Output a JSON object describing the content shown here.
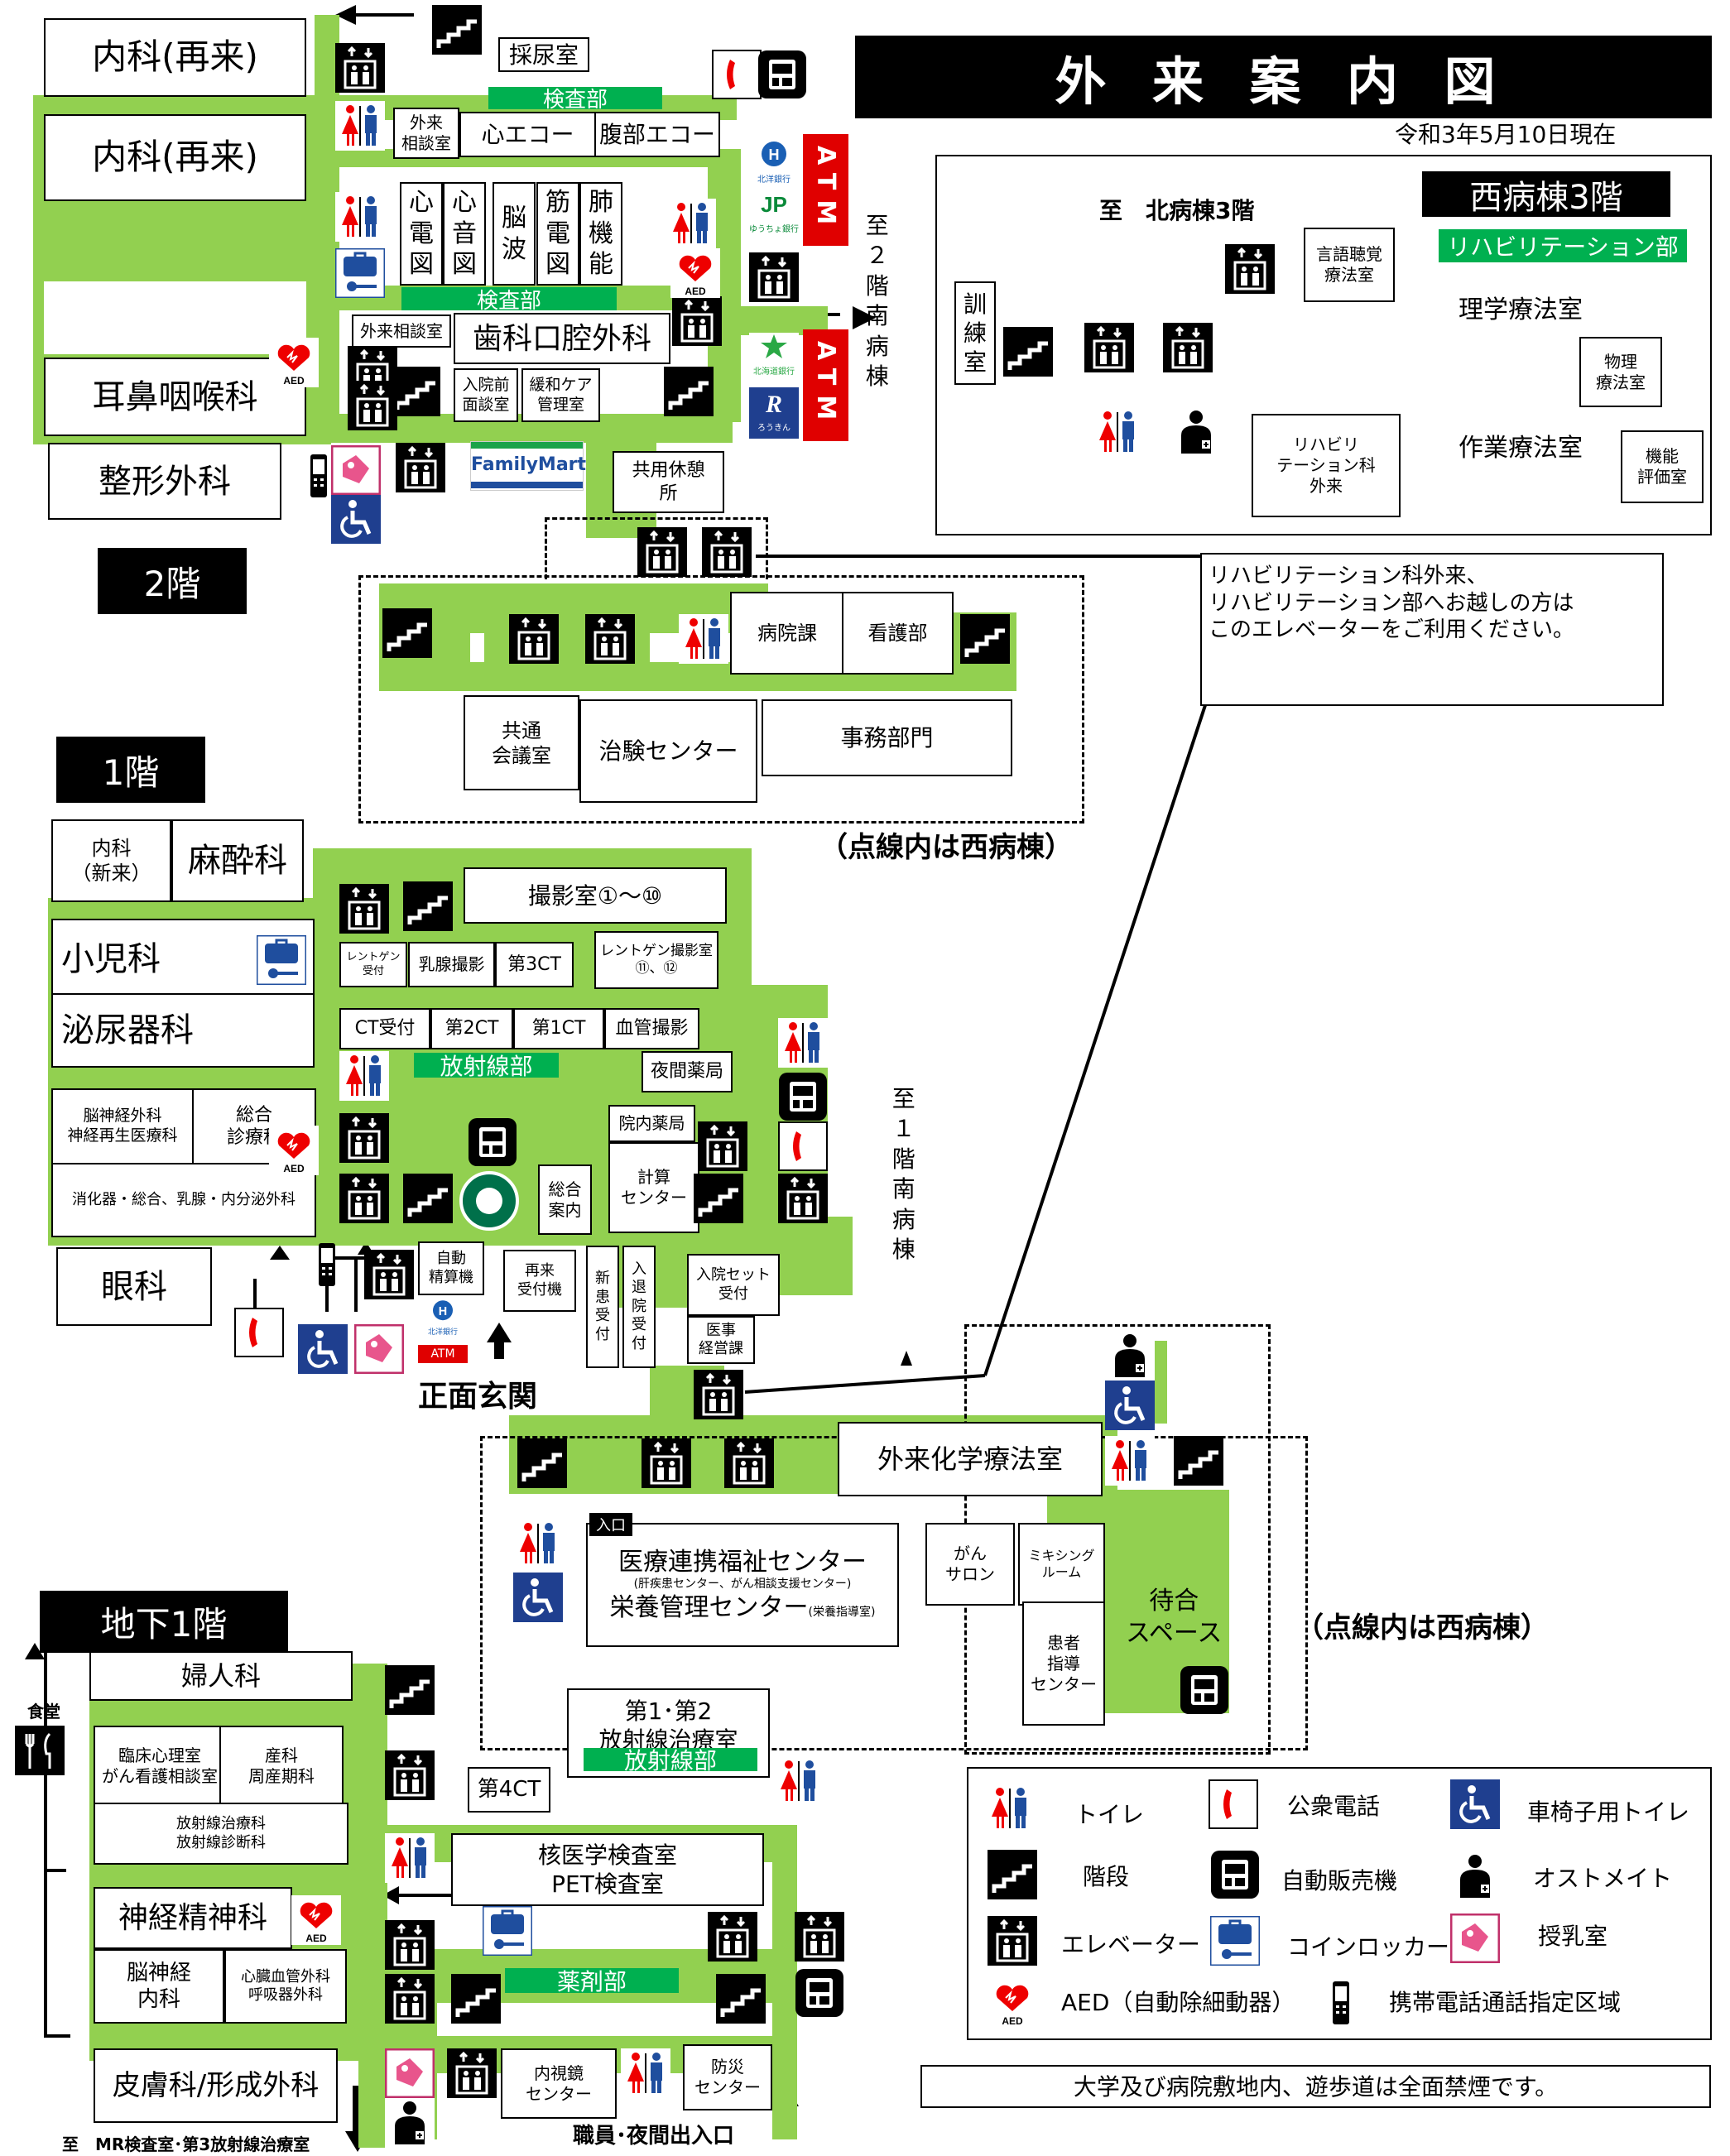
{
  "title": "外 来 案 内 図",
  "date": "令和3年5月10日現在",
  "floors": {
    "f2": "2階",
    "f1": "1階",
    "b1": "地下1階",
    "west3": "西病棟3階"
  },
  "f2": {
    "naika1": "内科(再来)",
    "naika2": "内科(再来)",
    "jibi": "耳鼻咽喉科",
    "seikei": "整形外科",
    "sainyo": "採尿室",
    "kensa": "検査部",
    "gairai_soudan": "外来\n相談室",
    "shin_echo": "心エコー",
    "fuku_echo": "腹部エコー",
    "shinden": "心\n電\n図",
    "shinon": "心\n音\n図",
    "nouha": "脳\n波",
    "kinden": "筋\n電\n図",
    "haikinou": "肺\n機\n能",
    "kensa2": "検査部",
    "gairai_soudan2": "外来相談室",
    "shika": "歯科口腔外科",
    "nyuin_mendan": "入院前\n面談室",
    "kanwa": "緩和ケア\n管理室",
    "bank1": "北洋銀行",
    "bank2": "ゆうちょ銀行",
    "bank3": "北海道銀行",
    "bank4": "ろうきん",
    "atm": "ATM",
    "to_south2": "至\n２\n階\n南\n病\n棟",
    "familymart": "FamilyMart",
    "kyuukei": "共用休憩\n所"
  },
  "west2": {
    "byouinka": "病院課",
    "kango": "看護部",
    "kaigi": "共通\n会議室",
    "chiken": "治験センター",
    "jimu": "事務部門",
    "note": "（点線内は西病棟）"
  },
  "callout": "リハビリテーション科外来、\nリハビリテーション部へお越しの方は\nこのエレベーターをご利用ください。",
  "west3": {
    "to_north": "至　北病棟3階",
    "kunren": "訓\n練\n室",
    "gengo": "言語聴覚\n療法室",
    "rehab_bu": "リハビリテーション部",
    "rigaku": "理学療法室",
    "butsuri": "物理\n療法室",
    "rehab_gairai": "リハビリ\nテーション科\n外来",
    "sagyo": "作業療法室",
    "kinou": "機能\n評価室"
  },
  "f1": {
    "naika_shin": "内科\n（新来）",
    "masui": "麻酔科",
    "shouni": "小児科",
    "hinyou": "泌尿器科",
    "noushinkei": "脳神経外科\n神経再生医療科",
    "sougou": "総合\n診療科",
    "shoukaki": "消化器・総合、乳腺・内分泌外科",
    "ganka": "眼科",
    "satsuei": "撮影室①～⑩",
    "rentgen_uke": "レントゲン\n受付",
    "nyusen": "乳腺撮影",
    "ct3": "第3CT",
    "rentgen_room": "レントゲン撮影室\n⑪、⑫",
    "ct_uke": "CT受付",
    "ct2": "第2CT",
    "ct1": "第1CT",
    "kekkan": "血管撮影",
    "housha": "放射線部",
    "yakan": "夜間薬局",
    "innai": "院内薬局",
    "sougou_annai": "総合\n案内",
    "keisan": "計算\nセンター",
    "jidou": "自動\n精算機",
    "sairai": "再来\n受付機",
    "shinkan": "新\n患\n受\n付",
    "nyutai": "入\n退\n院\n受\n付",
    "nyuin_set": "入院セット\n受付",
    "iji": "医事\n経営課",
    "shoumen": "正面玄関",
    "to_south1": "至\n\n１\n階\n南\n病\n棟",
    "bank": "北洋銀行",
    "atm": "ATM"
  },
  "west1": {
    "kagaku": "外来化学療法室",
    "iryou": "医療連携福祉センター",
    "iryou_sub": "(肝疾患センター、がん相談支援センター)",
    "eiyou": "栄養管理センター",
    "eiyou_sub": "(栄養指導室)",
    "iriguchi": "入口",
    "gan": "がん\nサロン",
    "mixing": "ミキシング\nルーム",
    "kanja": "患者\n指導\nセンター",
    "machiai": "待合\nスペース",
    "note": "（点線内は西病棟）"
  },
  "b1": {
    "shokudou": "食堂",
    "fujin": "婦人科",
    "rinshou": "臨床心理室\nがん看護相談室",
    "sanka": "産科\n周産期科",
    "housha_chiryou": "放射線治療科\n放射線診断科",
    "seishin": "神経精神科",
    "noushinkei_naika": "脳神経\n内科",
    "shinzou": "心臓血管外科\n呼吸器外科",
    "hifu": "皮膚科/形成外科",
    "chiryou_room": "第1･第2\n放射線治療室",
    "housha": "放射線部",
    "ct4": "第4CT",
    "kaku": "核医学検査室\nPET検査室",
    "yakuzai": "薬剤部",
    "naishikyou": "内視鏡\nセンター",
    "bousai": "防災\nセンター",
    "to_mr": "至　MR検査室･第3放射線治療室",
    "shokuin": "職員･夜間出入口"
  },
  "legend": {
    "toilet": "トイレ",
    "phone": "公衆電話",
    "wheel": "車椅子用トイレ",
    "stairs": "階段",
    "vending": "自動販売機",
    "ostomate": "オストメイト",
    "elevator": "エレベーター",
    "locker": "コインロッカー",
    "nursing": "授乳室",
    "aed": "AED（自動除細動器）",
    "mobile": "携帯電話通話指定区域"
  },
  "nosmoke": "大学及び病院敷地内、遊歩道は全面禁煙です。"
}
